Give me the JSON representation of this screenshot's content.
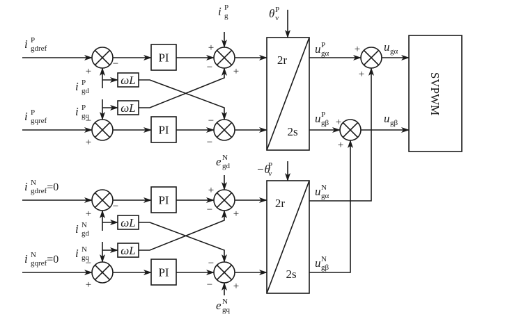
{
  "blocks": {
    "pi": "PI",
    "omega_l": "ωL",
    "r2": "2r",
    "s2": "2s",
    "svpwm": "SVPWM"
  },
  "signs": {
    "plus": "+",
    "minus": "−"
  },
  "labels": {
    "i_gdref_P": {
      "base": "i",
      "sup": "P",
      "sub": "gdref",
      "suffix": ""
    },
    "i_gqref_P": {
      "base": "i",
      "sup": "P",
      "sub": "gqref",
      "suffix": ""
    },
    "i_g_P": {
      "base": "i",
      "sup": "P",
      "sub": "g",
      "suffix": ""
    },
    "i_gd_P": {
      "base": "i",
      "sup": "P",
      "sub": "gd",
      "suffix": ""
    },
    "i_gq_P": {
      "base": "i",
      "sup": "P",
      "sub": "gq",
      "suffix": ""
    },
    "theta_P": {
      "base": "θ",
      "sup": "P",
      "sub": "v",
      "suffix": ""
    },
    "u_ga_P": {
      "base": "u",
      "sup": "P",
      "sub": "gα",
      "suffix": ""
    },
    "u_gb_P": {
      "base": "u",
      "sup": "P",
      "sub": "gβ",
      "suffix": ""
    },
    "u_ga": {
      "base": "u",
      "sup": "",
      "sub": "gα",
      "suffix": ""
    },
    "u_gb": {
      "base": "u",
      "sup": "",
      "sub": "gβ",
      "suffix": ""
    },
    "i_gdref_N": {
      "base": "i",
      "sup": "N",
      "sub": "gdref",
      "suffix": "=0"
    },
    "i_gqref_N": {
      "base": "i",
      "sup": "N",
      "sub": "gqref",
      "suffix": "=0"
    },
    "e_gd_N": {
      "base": "e",
      "sup": "N",
      "sub": "gd",
      "suffix": ""
    },
    "e_gq_N": {
      "base": "e",
      "sup": "N",
      "sub": "gq",
      "suffix": ""
    },
    "i_gd_N": {
      "base": "i",
      "sup": "N",
      "sub": "gd",
      "suffix": ""
    },
    "i_gq_N": {
      "base": "i",
      "sup": "N",
      "sub": "gq",
      "suffix": ""
    },
    "theta_N": {
      "base": "−θ",
      "sup": "P",
      "sub": "v",
      "suffix": ""
    },
    "u_ga_N": {
      "base": "u",
      "sup": "N",
      "sub": "gα",
      "suffix": ""
    },
    "u_gb_N": {
      "base": "u",
      "sup": "N",
      "sub": "gβ",
      "suffix": ""
    }
  }
}
